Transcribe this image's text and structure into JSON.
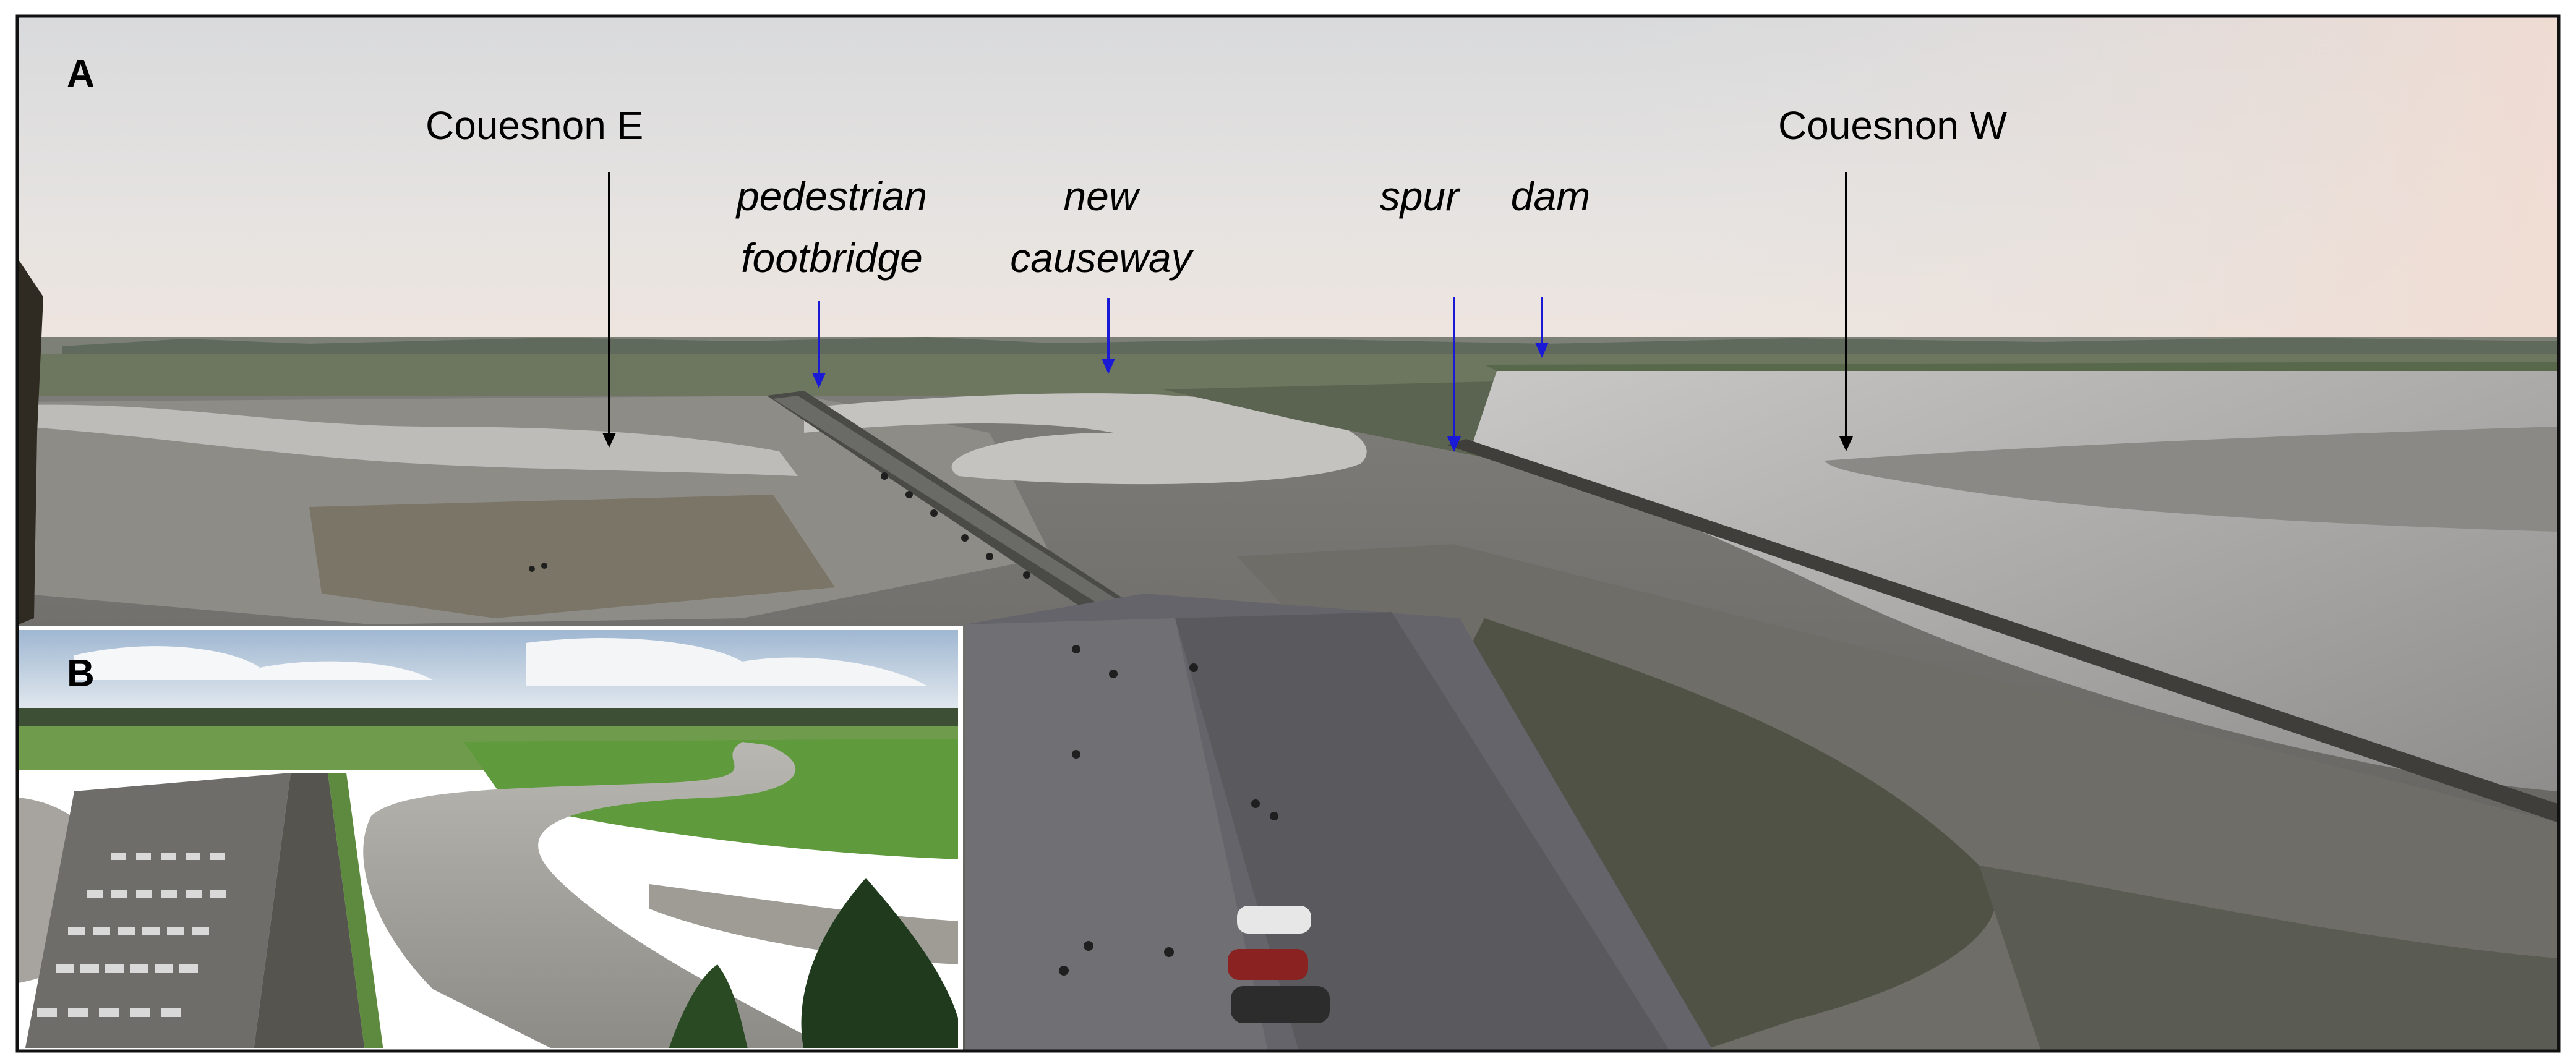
{
  "figure": {
    "panel_a": {
      "letter": "A",
      "labels": {
        "couesnon_e": "Couesnon E",
        "pedestrian_line1": "pedestrian",
        "pedestrian_line2": "footbridge",
        "causeway_line1": "new",
        "causeway_line2": "causeway",
        "spur": "spur",
        "dam": "dam",
        "couesnon_w": "Couesnon W"
      },
      "arrow_colors": {
        "black": "#000000",
        "blue": "#1a1ad6"
      }
    },
    "panel_b": {
      "letter": "B"
    }
  }
}
